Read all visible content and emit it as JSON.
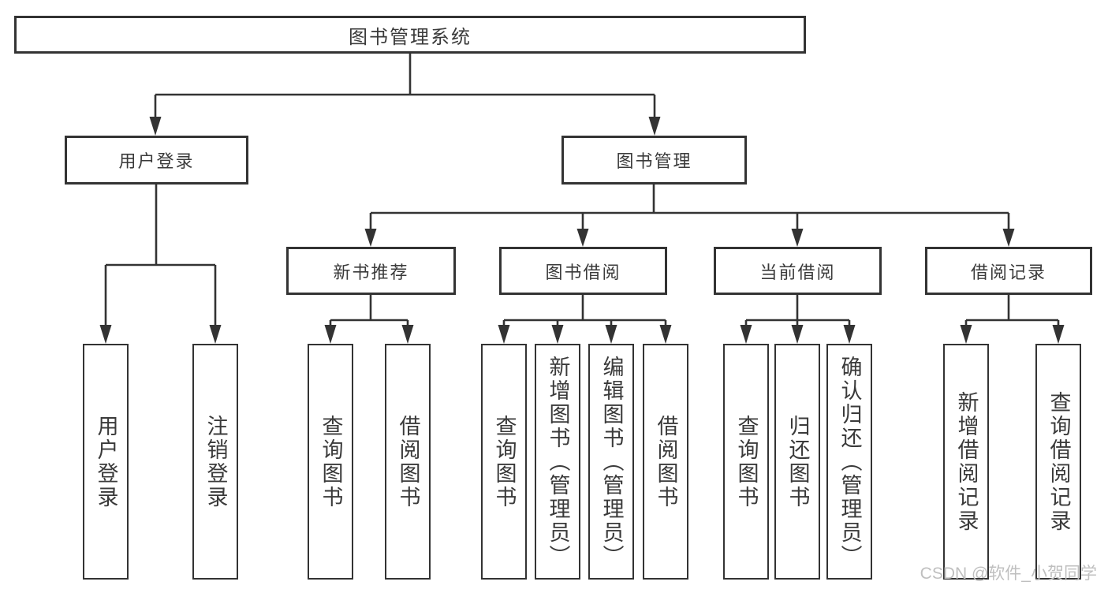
{
  "diagram": {
    "root": {
      "label": "图书管理系统"
    },
    "level2": [
      {
        "label": "用户登录"
      },
      {
        "label": "图书管理"
      }
    ],
    "level3": [
      {
        "label": "新书推荐"
      },
      {
        "label": "图书借阅"
      },
      {
        "label": "当前借阅"
      },
      {
        "label": "借阅记录"
      }
    ],
    "leaves": [
      {
        "label": "用户登录"
      },
      {
        "label": "注销登录"
      },
      {
        "label": "查询图书"
      },
      {
        "label": "借阅图书"
      },
      {
        "label": "查询图书"
      },
      {
        "label": "新增图书（管理员）"
      },
      {
        "label": "编辑图书（管理员）"
      },
      {
        "label": "借阅图书"
      },
      {
        "label": "查询图书"
      },
      {
        "label": "归还图书"
      },
      {
        "label": "确认归还（管理员）"
      },
      {
        "label": "新增借阅记录"
      },
      {
        "label": "查询借阅记录"
      }
    ],
    "watermark": "CSDN @软件_小贺同学",
    "colors": {
      "line": "#333333",
      "text": "#3a3a3a",
      "watermark": "#bfbfbf",
      "background": "#ffffff"
    }
  }
}
